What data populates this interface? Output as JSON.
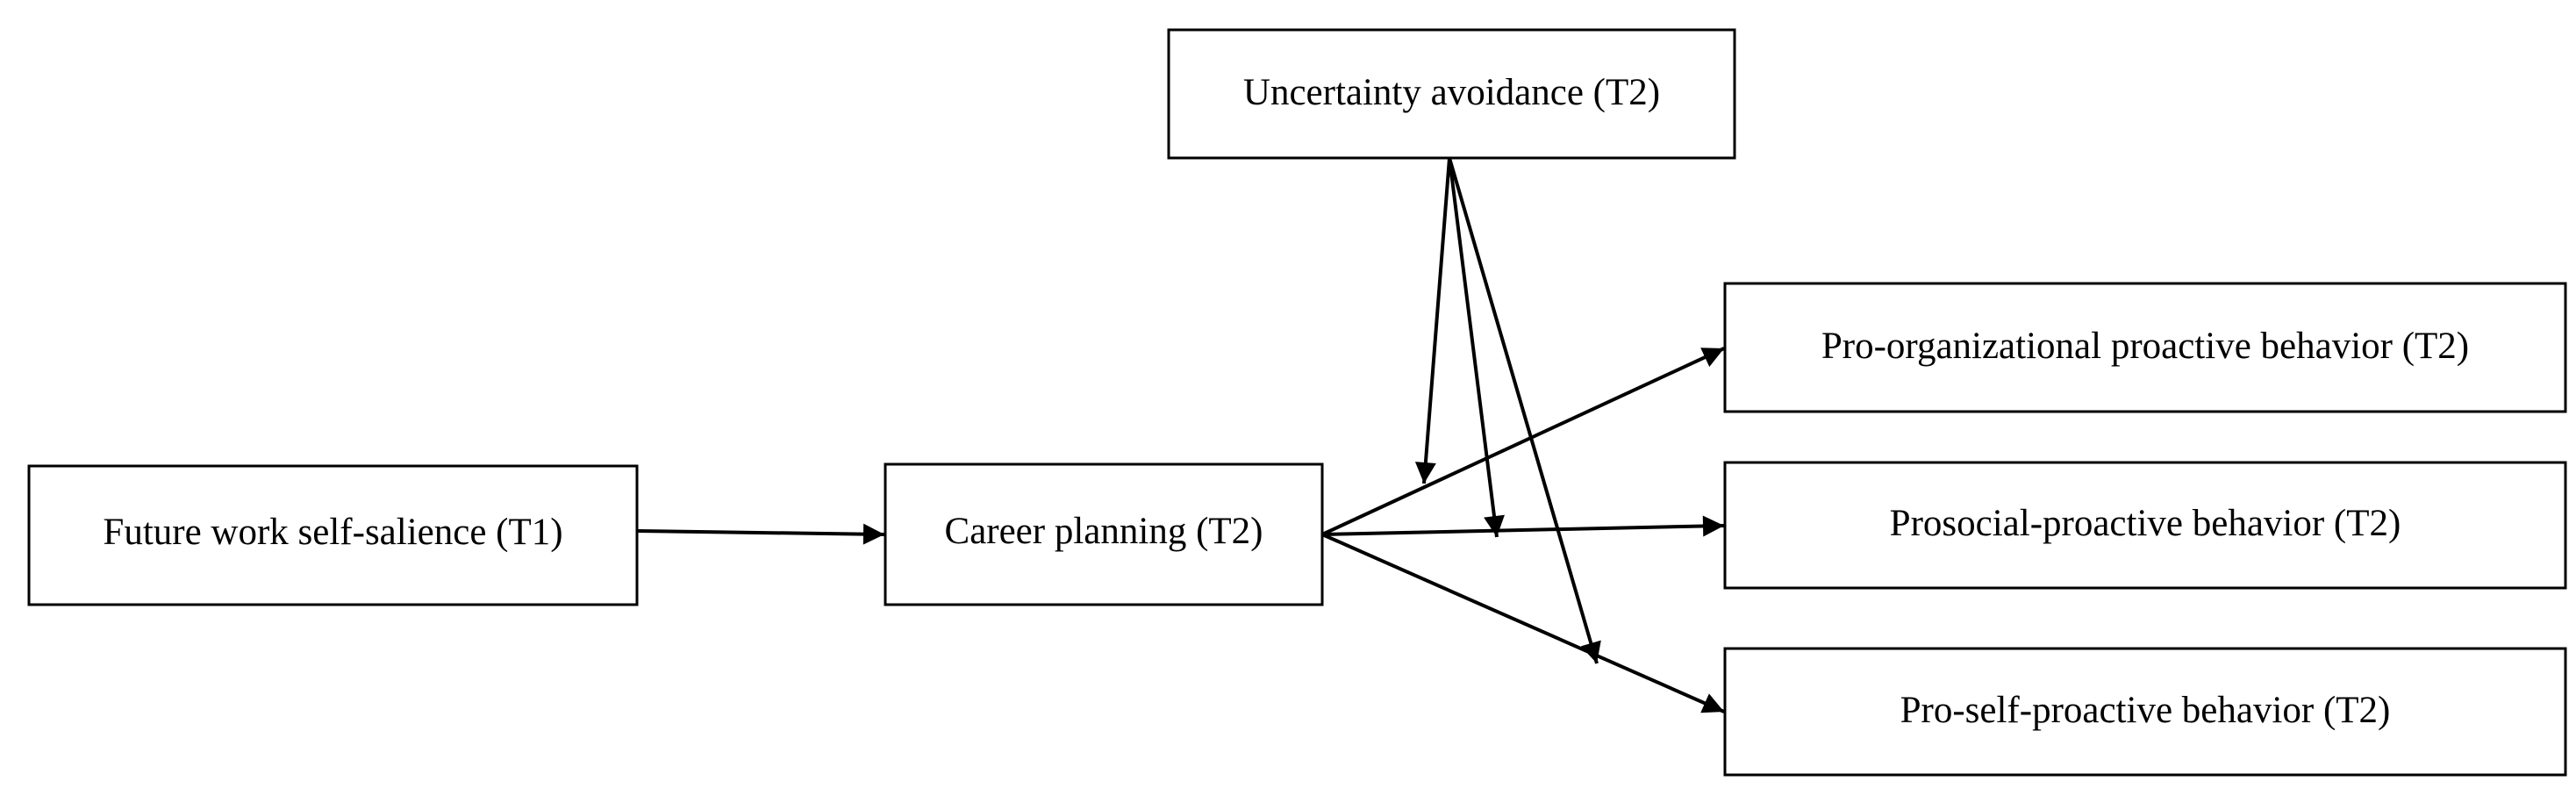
{
  "nodes": {
    "uncertainty_avoidance": "Uncertainty avoidance (T2)",
    "future_work_self_salience": "Future work self-salience (T1)",
    "career_planning": "Career planning (T2)",
    "pro_organizational": "Pro-organizational proactive behavior (T2)",
    "prosocial": "Prosocial-proactive behavior (T2)",
    "pro_self": "Pro-self-proactive behavior (T2)"
  },
  "edges": [
    {
      "from": "future_work_self_salience",
      "to": "career_planning"
    },
    {
      "from": "career_planning",
      "to": "pro_organizational"
    },
    {
      "from": "career_planning",
      "to": "prosocial"
    },
    {
      "from": "career_planning",
      "to": "pro_self"
    },
    {
      "from": "uncertainty_avoidance",
      "to": "edge:career_planning->pro_organizational",
      "type": "moderation"
    },
    {
      "from": "uncertainty_avoidance",
      "to": "edge:career_planning->prosocial",
      "type": "moderation"
    },
    {
      "from": "uncertainty_avoidance",
      "to": "edge:career_planning->pro_self",
      "type": "moderation"
    }
  ],
  "colors": {
    "stroke": "#000000",
    "background": "#ffffff"
  }
}
